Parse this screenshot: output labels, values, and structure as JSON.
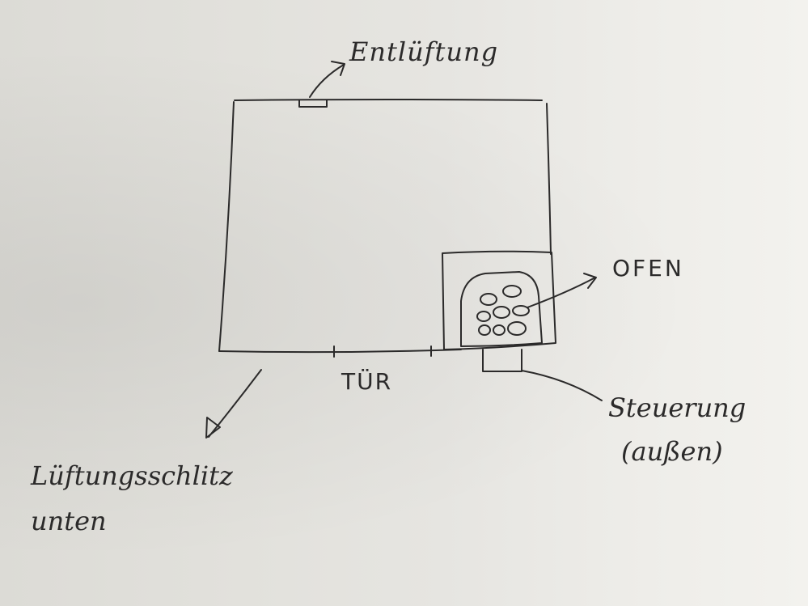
{
  "labels": {
    "vent": "Entlüftung",
    "oven": "OFEN",
    "door": "TÜR",
    "control_line1": "Steuerung",
    "control_line2": "(außen)",
    "slit_line1": "Lüftungsschlitz",
    "slit_line2": "unten"
  },
  "colors": {
    "ink": "#2b2a2a",
    "paper": "#e6e5e1"
  }
}
